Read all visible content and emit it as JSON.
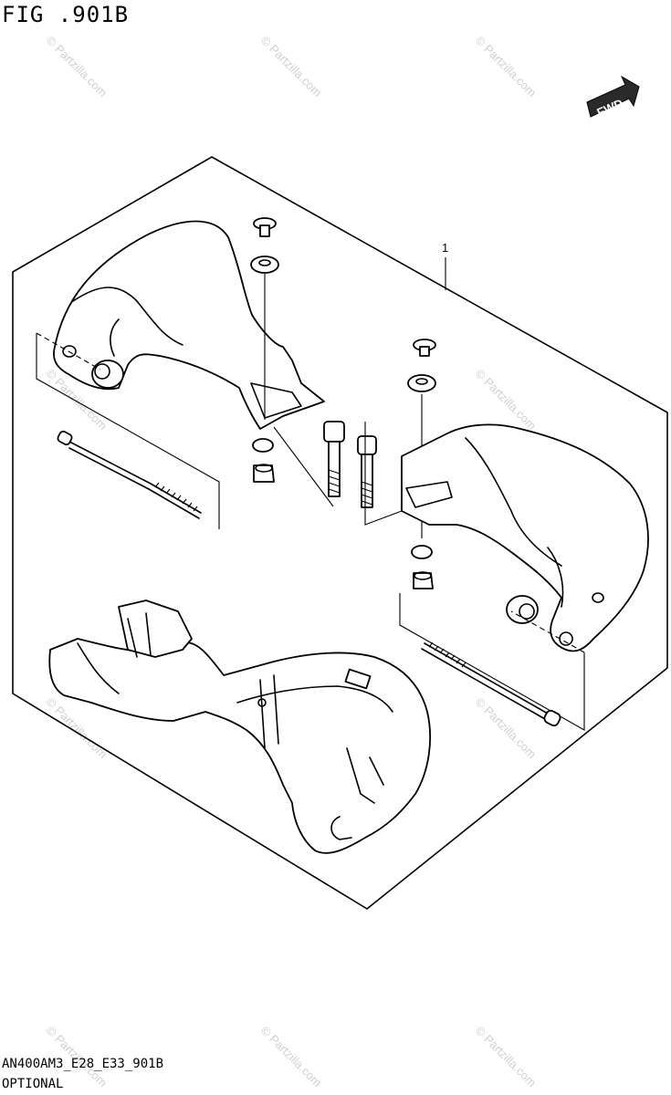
{
  "figure": {
    "title": "FIG .901B"
  },
  "direction_badge": {
    "label": "FWD"
  },
  "callouts": [
    {
      "number": "1"
    }
  ],
  "footer": {
    "code": "AN400AM3_E28_E33_901B",
    "subtitle": "OPTIONAL"
  },
  "watermark": {
    "text": "© Partzilla.com"
  }
}
